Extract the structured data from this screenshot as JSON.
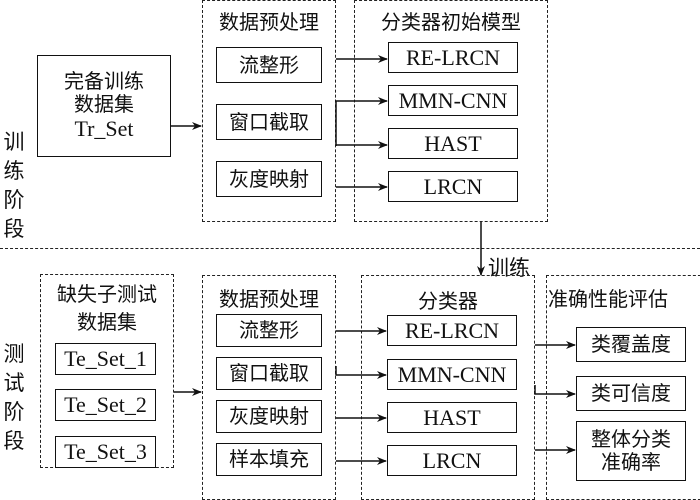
{
  "train_stage": {
    "label": "训练阶段",
    "dataset": {
      "line1": "完备训练",
      "line2": "数据集",
      "line3": "Tr_Set"
    },
    "preprocess": {
      "title": "数据预处理",
      "steps": [
        "流整形",
        "窗口截取",
        "灰度映射"
      ]
    },
    "models": {
      "title": "分类器初始模型",
      "items": [
        "RE-LRCN",
        "MMN-CNN",
        "HAST",
        "LRCN"
      ]
    },
    "train_arrow_label": "训练"
  },
  "test_stage": {
    "label": "测试阶段",
    "dataset": {
      "title_line1": "缺失子测试",
      "title_line2": "数据集",
      "items": [
        "Te_Set_1",
        "Te_Set_2",
        "Te_Set_3"
      ]
    },
    "preprocess": {
      "title": "数据预处理",
      "steps": [
        "流整形",
        "窗口截取",
        "灰度映射",
        "样本填充"
      ]
    },
    "classifiers": {
      "title": "分类器",
      "items": [
        "RE-LRCN",
        "MMN-CNN",
        "HAST",
        "LRCN"
      ]
    },
    "evaluation": {
      "title": "准确性能评估",
      "metrics": [
        "类覆盖度",
        "类可信度"
      ],
      "overall_line1": "整体分类",
      "overall_line2": "准确率"
    }
  }
}
